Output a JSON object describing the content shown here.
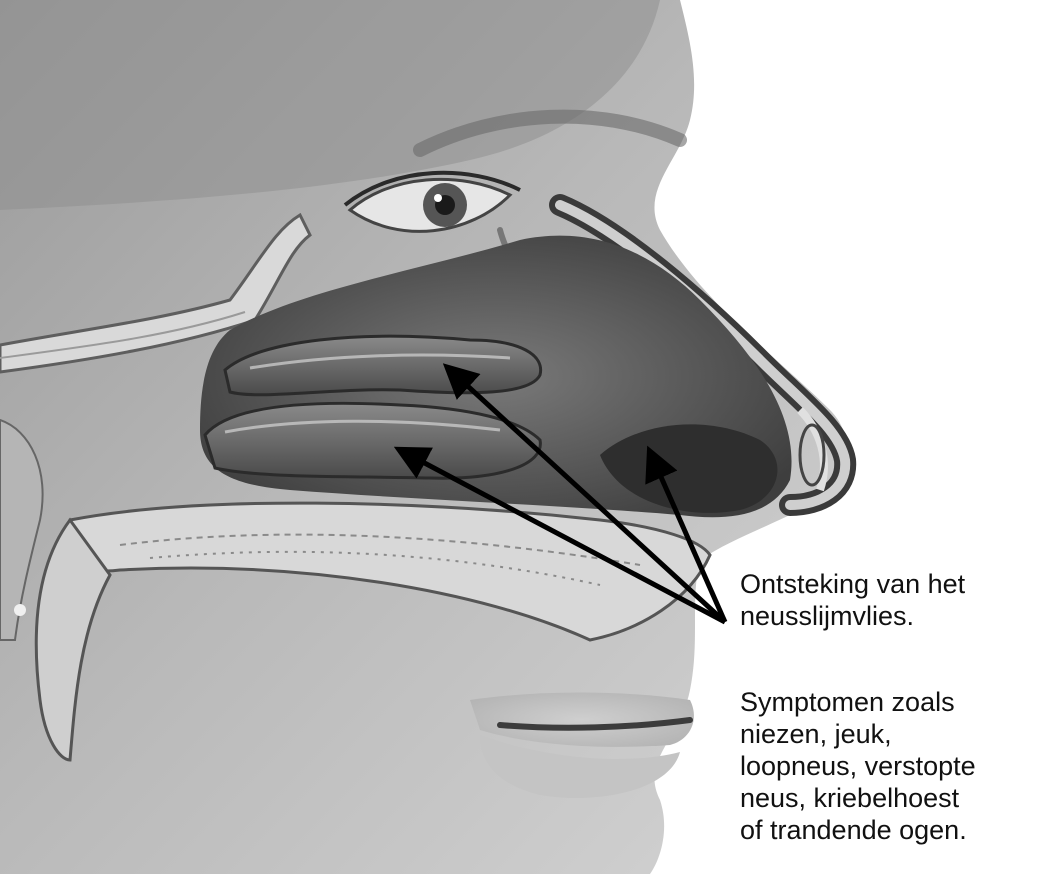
{
  "annotation": {
    "caption_lines": [
      "Ontsteking van het",
      "neusslijmvlies."
    ],
    "symptoms_lines": [
      "Symptomen zoals",
      "niezen, jeuk,",
      "loopneus, verstopte",
      "neus, kriebelhoest",
      "of trandende ogen."
    ]
  },
  "colors": {
    "arrow": "#000000",
    "text": "#111111",
    "background": "#ffffff"
  },
  "icons": {
    "arrow": "arrowhead-icon"
  }
}
